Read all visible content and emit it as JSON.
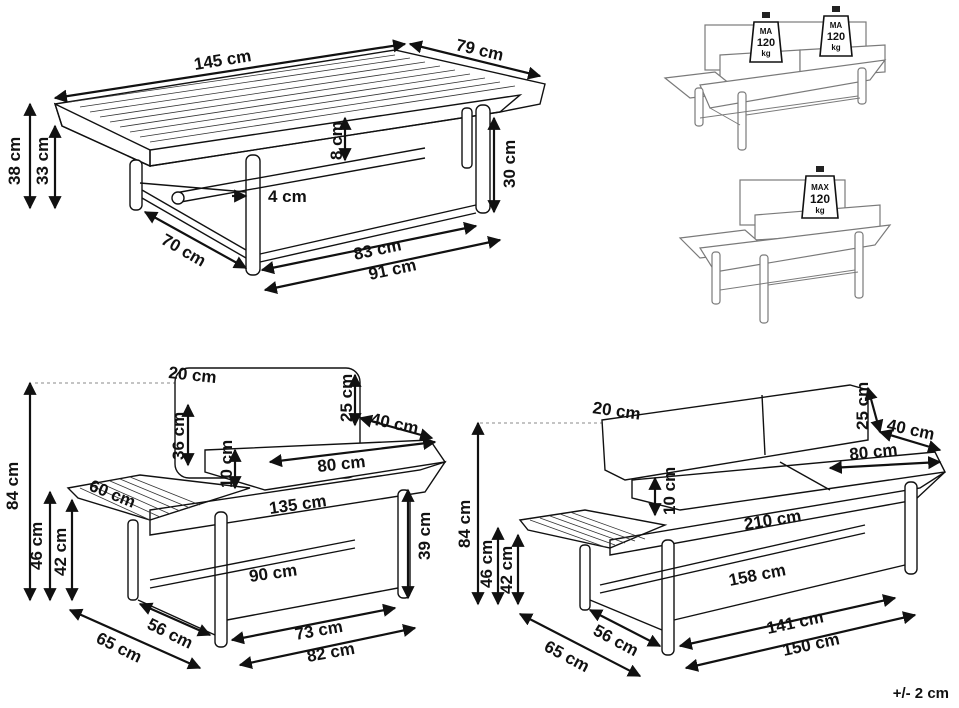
{
  "table": {
    "length": "145 cm",
    "depth": "79 cm",
    "height_total": "38 cm",
    "height_frame": "33 cm",
    "top_thickness": "8 cm",
    "bar_diameter": "4 cm",
    "leg_height": "30 cm",
    "inner_depth": "70 cm",
    "inner_length": "83 cm",
    "outer_length": "91 cm"
  },
  "bench_short": {
    "back_depth": "20 cm",
    "back_height": "25 cm",
    "back_upper": "36 cm",
    "cushion_depth": "40 cm",
    "cushion_width": "80 cm",
    "cushion_height": "10 cm",
    "slat_width": "60 cm",
    "total_length": "135 cm",
    "total_height": "84 cm",
    "seat_height": "46 cm",
    "frame_height": "42 cm",
    "leg_height": "39 cm",
    "bar_length": "90 cm",
    "depth": "65 cm",
    "inner_depth": "56 cm",
    "inner_length": "73 cm",
    "outer_length": "82 cm"
  },
  "bench_long": {
    "back_depth": "20 cm",
    "back_height": "25 cm",
    "cushion_depth": "40 cm",
    "cushion_width": "80 cm",
    "cushion_height": "10 cm",
    "total_length": "210 cm",
    "bar_length": "158 cm",
    "total_height": "84 cm",
    "seat_height": "46 cm",
    "frame_height": "42 cm",
    "depth": "65 cm",
    "inner_depth": "56 cm",
    "inner_length": "141 cm",
    "outer_length": "150 cm"
  },
  "load_long": {
    "badge_1": {
      "top": "MA",
      "value": "120",
      "unit": "kg"
    },
    "badge_2": {
      "top": "MA",
      "value": "120",
      "unit": "kg"
    }
  },
  "load_short": {
    "badge": {
      "top": "MAX",
      "value": "120",
      "unit": "kg"
    }
  },
  "tolerance": "+/- 2 cm"
}
